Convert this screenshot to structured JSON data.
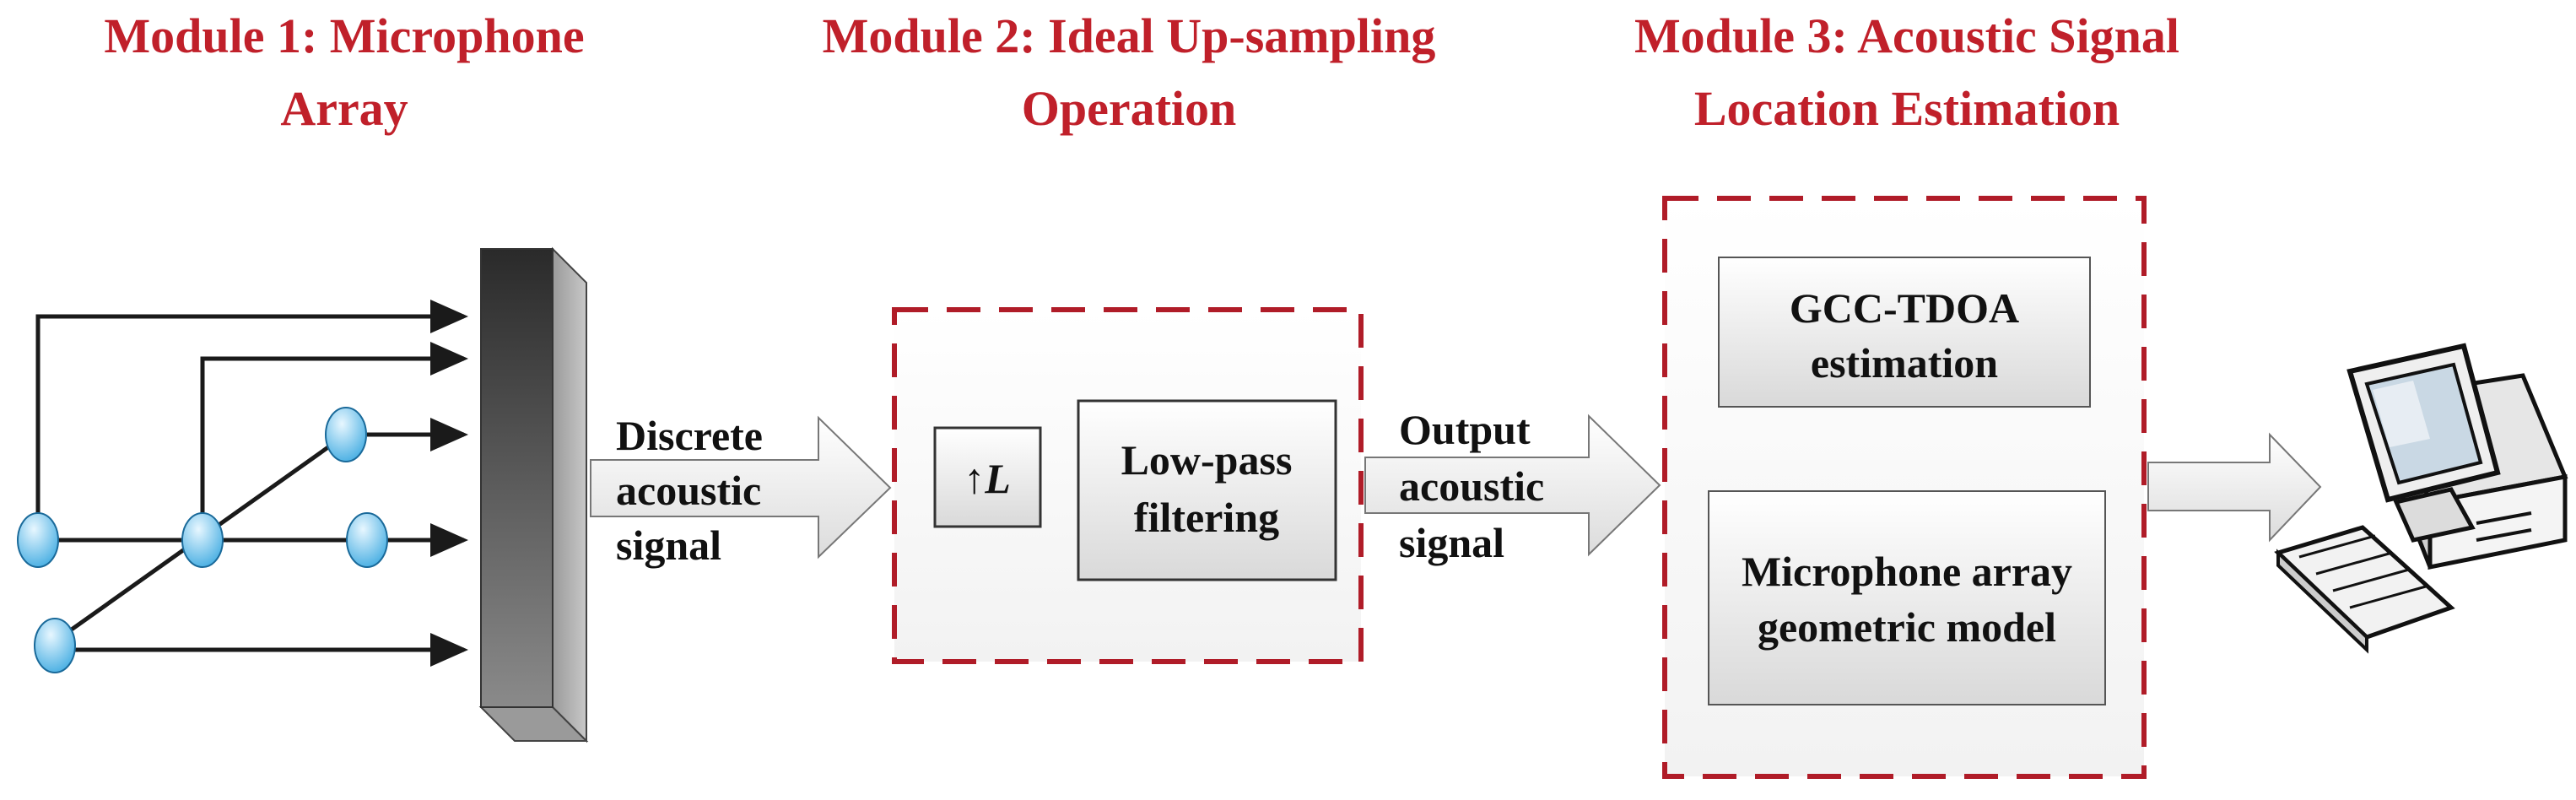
{
  "modules": {
    "m1": {
      "title_line1": "Module 1: Microphone",
      "title_line2": "Array"
    },
    "m2": {
      "title_line1": "Module 2: Ideal Up-sampling",
      "title_line2": "Operation"
    },
    "m3": {
      "title_line1": "Module 3: Acoustic Signal",
      "title_line2": "Location Estimation"
    }
  },
  "arrows": {
    "discrete": {
      "line1": "Discrete",
      "line2": "acoustic",
      "line3": "signal"
    },
    "output": {
      "line1": "Output",
      "line2": "acoustic",
      "line3": "signal"
    }
  },
  "blocks": {
    "upsample_symbol": "↑",
    "upsample_factor": "L",
    "lowpass_line1": "Low-pass",
    "lowpass_line2": "filtering",
    "gcc_line1": "GCC-TDOA",
    "gcc_line2": "estimation",
    "geo_line1": "Microphone array",
    "geo_line2": "geometric model"
  },
  "colors": {
    "accent_red": "#c0202a",
    "dash_border": "#b01c28",
    "mic_fill": "#4fb6e8"
  },
  "icons": [
    "microphone-icon",
    "computer-icon"
  ]
}
